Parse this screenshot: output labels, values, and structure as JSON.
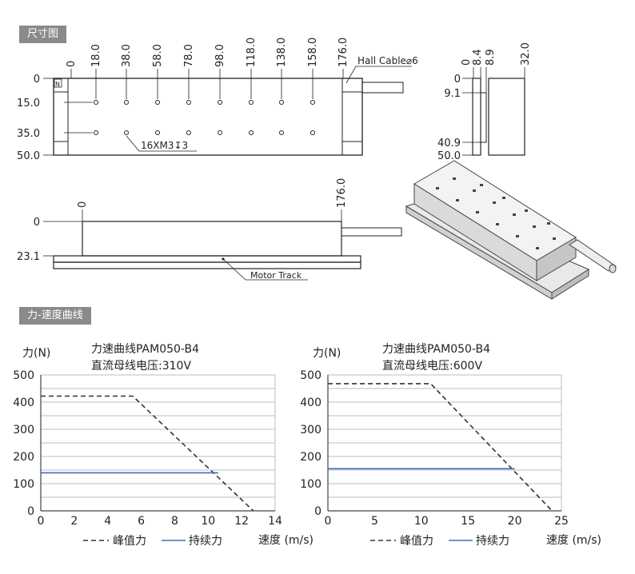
{
  "sections": {
    "dimensions": "尺寸图",
    "curves": "力-速度曲线"
  },
  "top_view": {
    "x_labels": [
      "0",
      "18.0",
      "38.0",
      "58.0",
      "78.0",
      "98.0",
      "118.0",
      "138.0",
      "158.0",
      "176.0"
    ],
    "y_labels": [
      "0",
      "15.0",
      "35.0",
      "50.0"
    ],
    "marker": "N",
    "hall_cable": "Hall Cable⌀6",
    "hole_spec": "16XM3↧3"
  },
  "side_view": {
    "x_labels": [
      "0",
      "8.4",
      "8.9",
      "32.0"
    ],
    "y_labels": [
      "0",
      "9.1",
      "40.9",
      "50.0"
    ]
  },
  "front_view": {
    "x_labels": [
      "0",
      "176.0"
    ],
    "y_labels": [
      "0",
      "23.1"
    ],
    "track_label": "Motor Track"
  },
  "chart_data": [
    {
      "type": "line",
      "title": "力速曲线PAM050-B4",
      "subtitle": "直流母线电压:310V",
      "ylabel": "力(N)",
      "xlabel": "速度 (m/s)",
      "xlim": [
        0,
        14
      ],
      "ylim": [
        0,
        500
      ],
      "xticks": [
        0,
        2,
        4,
        6,
        8,
        10,
        12,
        14
      ],
      "yticks": [
        0,
        100,
        200,
        300,
        400,
        500
      ],
      "grid": true,
      "legend": "bottom",
      "series": [
        {
          "name": "峰值力",
          "style": "dashed",
          "color": "#333333",
          "points": [
            [
              0,
              422
            ],
            [
              5.5,
              422
            ],
            [
              12.7,
              0
            ]
          ]
        },
        {
          "name": "持续力",
          "style": "solid",
          "color": "#3b6eb5",
          "points": [
            [
              0,
              140
            ],
            [
              10.6,
              140
            ]
          ]
        }
      ]
    },
    {
      "type": "line",
      "title": "力速曲线PAM050-B4",
      "subtitle": "直流母线电压:600V",
      "ylabel": "力(N)",
      "xlabel": "速度 (m/s)",
      "xlim": [
        0,
        25
      ],
      "ylim": [
        0,
        500
      ],
      "xticks": [
        0,
        5,
        10,
        15,
        20,
        25
      ],
      "yticks": [
        0,
        100,
        200,
        300,
        400,
        500
      ],
      "grid": true,
      "legend": "bottom",
      "series": [
        {
          "name": "峰值力",
          "style": "dashed",
          "color": "#333333",
          "points": [
            [
              0,
              468
            ],
            [
              11,
              468
            ],
            [
              24,
              0
            ]
          ]
        },
        {
          "name": "持续力",
          "style": "solid",
          "color": "#3b6eb5",
          "points": [
            [
              0,
              155
            ],
            [
              20,
              155
            ]
          ]
        }
      ]
    }
  ]
}
